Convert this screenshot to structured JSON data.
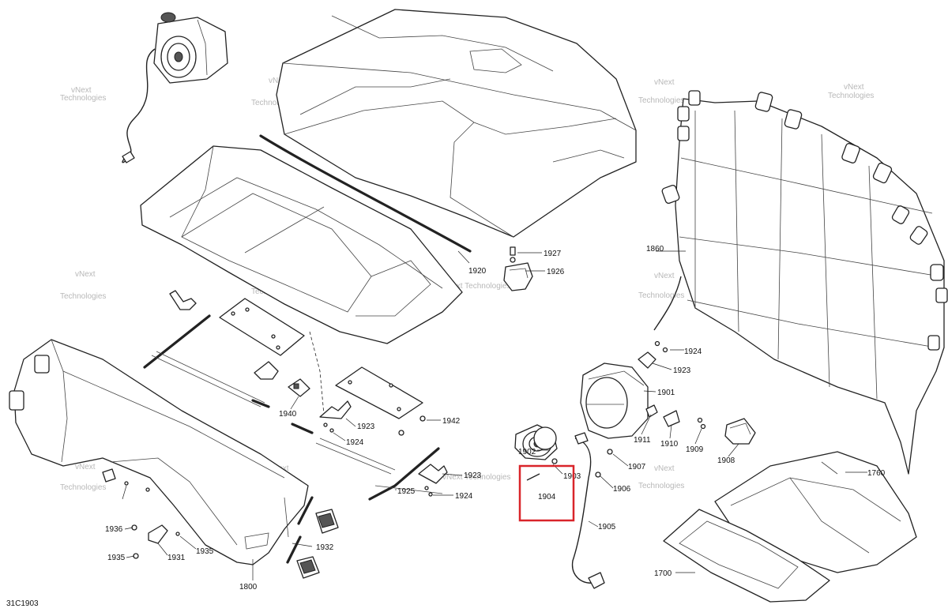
{
  "diagram": {
    "code": "31C1903",
    "highlight_color": "#d9252a",
    "watermark": {
      "line1": "vNext",
      "line2": "Technologies",
      "single": "vNext Technologies"
    },
    "callouts": {
      "p1700": "1700",
      "p1760": "1760",
      "p1800": "1800",
      "p1860": "1860",
      "p1901": "1901",
      "p1902": "1902",
      "p1903": "1903",
      "p1904": "1904",
      "p1905": "1905",
      "p1906": "1906",
      "p1907": "1907",
      "p1908": "1908",
      "p1909": "1909",
      "p1910": "1910",
      "p1911": "1911",
      "p1920": "1920",
      "p1923": "1923",
      "p1924": "1924",
      "p1925": "1925",
      "p1926": "1926",
      "p1927": "1927",
      "p1931": "1931",
      "p1932": "1932",
      "p1935": "1935",
      "p1936": "1936",
      "p1940": "1940",
      "p1942": "1942"
    }
  }
}
